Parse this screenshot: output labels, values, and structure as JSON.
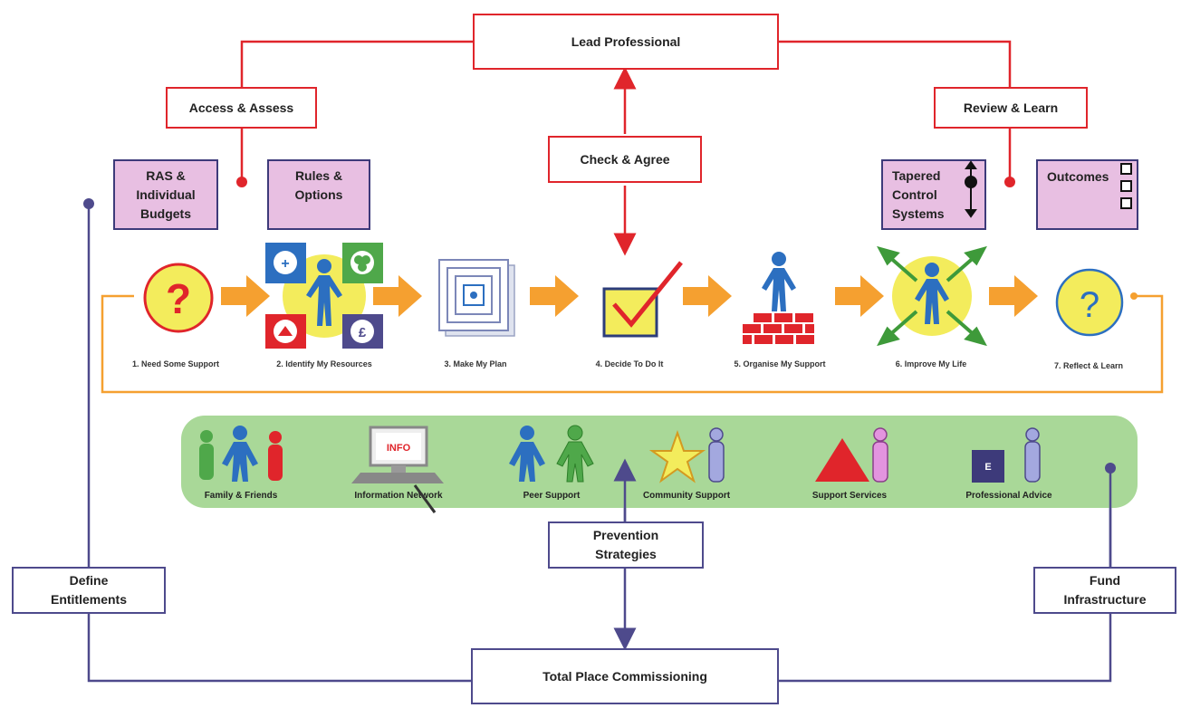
{
  "top": {
    "lead_professional": "Lead Professional",
    "access_assess": "Access & Assess",
    "review_learn": "Review & Learn",
    "check_agree": "Check & Agree"
  },
  "pink_boxes": {
    "ras": [
      "RAS &",
      "Individual",
      "Budgets"
    ],
    "rules": [
      "Rules &",
      "Options"
    ],
    "tapered": [
      "Tapered",
      "Control",
      "Systems"
    ],
    "outcomes": "Outcomes"
  },
  "steps": [
    "1. Need Some Support",
    "2. Identify My Resources",
    "3. Make My Plan",
    "4. Decide To Do It",
    "5. Organise My Support",
    "6. Improve My Life",
    "7. Reflect & Learn"
  ],
  "icons": {
    "question_1": "?",
    "question_7": "?",
    "plus_symbol": "+",
    "pound_symbol": "£",
    "info_screen": "INFO",
    "e_square": "E"
  },
  "resources": [
    "Family & Friends",
    "Information Network",
    "Peer Support",
    "Community Support",
    "Support Services",
    "Professional Advice"
  ],
  "bottom": {
    "prevention": [
      "Prevention",
      "Strategies"
    ],
    "define": [
      "Define",
      "Entitlements"
    ],
    "fund": [
      "Fund",
      "Infrastructure"
    ],
    "total_place": "Total Place Commissioning"
  },
  "colors": {
    "red": "#e0252b",
    "purple": "#4e4a8c",
    "orange": "#f5a030",
    "pink": "#e8bfe2",
    "green_band": "#a9d898",
    "yellow": "#f3ec5c",
    "blue_person": "#2c6fc0"
  }
}
